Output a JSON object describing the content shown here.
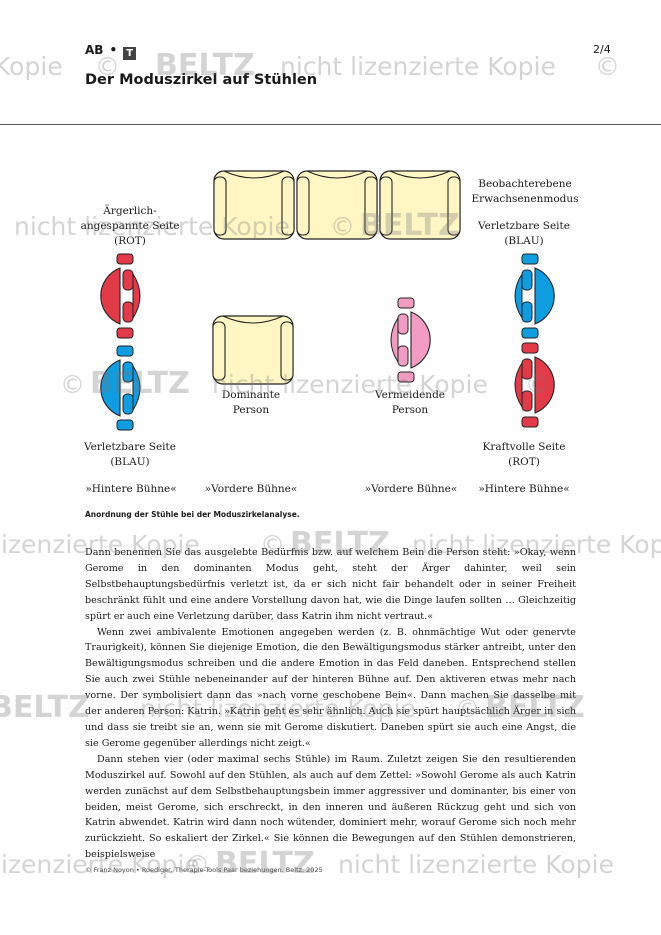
{
  "header": {
    "tag": "AB",
    "badge": "T",
    "page": "2/4"
  },
  "title": "Der Moduszirkel auf Stühlen",
  "figure": {
    "labels": {
      "observer": [
        "Beobachterebene",
        "Erwachsenenmodus"
      ],
      "angry_side": [
        "Ärgerlich-",
        "angespannte Seite",
        "(ROT)"
      ],
      "vulnerable_top_right": [
        "Verletzbare Seite",
        "(BLAU)"
      ],
      "dominant": [
        "Dominante",
        "Person"
      ],
      "avoiding": [
        "Vermeidende",
        "Person"
      ],
      "vulnerable_bottom_left": [
        "Verletzbare Seite",
        "(BLAU)"
      ],
      "strong_side": [
        "Kraftvolle Seite",
        "(ROT)"
      ]
    },
    "stages": [
      "»Hintere Bühne«",
      "»Vordere Bühne«",
      "»Vordere Bühne«",
      "»Hintere Bühne«"
    ],
    "colors": {
      "red": "#e23a48",
      "blue": "#0e9de0",
      "pink": "#f29cc3",
      "cream": "#fff6c4"
    }
  },
  "caption": "Anordnung der Stühle bei der Moduszirkelanalyse.",
  "paragraphs": [
    "Dann benennen Sie das ausgelebte Bedürfnis bzw. auf welchem Bein die Person steht: »Okay, wenn Gerome in den dominanten Modus geht, steht der Ärger dahinter, weil sein Selbstbehauptungsbedürfnis verletzt ist, da er sich nicht fair behandelt oder in seiner Freiheit beschränkt fühlt und eine andere Vorstellung davon hat, wie die Dinge laufen sollten … Gleichzeitig spürt er auch eine Verletzung darüber, dass Katrin ihm nicht vertraut.«",
    "Wenn zwei ambivalente Emotionen angegeben werden (z. B. ohnmächtige Wut oder genervte Traurigkeit), können Sie diejenige Emotion, die den Bewältigungsmodus stärker antreibt, unter den Bewältigungsmodus schreiben und die andere Emotion in das Feld daneben. Entsprechend stellen Sie auch zwei Stühle nebeneinander auf der hinteren Bühne auf. Den aktiveren etwas mehr nach vorne. Der symbolisiert dann das »nach vorne geschobene Bein«. Dann machen Sie dasselbe mit der anderen Person: Katrin. »Katrin geht es sehr ähnlich. Auch sie spürt hauptsächlich Ärger in sich und dass sie treibt sie an, wenn sie mit Gerome diskutiert. Daneben spürt sie auch eine Angst, die sie Gerome gegenüber allerdings nicht zeigt.«",
    "Dann stehen vier (oder maximal sechs Stühle) im Raum. Zuletzt zeigen Sie den resultierenden Moduszirkel auf. Sowohl auf den Stühlen, als auch auf dem Zettel: »Sowohl Gerome als auch Katrin werden zunächst auf dem Selbstbehauptungsbein immer aggressiver und dominanter, bis einer von beiden, meist Gerome, sich erschreckt, in den inneren und äußeren Rückzug geht und sich von Katrin abwendet. Katrin wird dann noch wütender, dominiert mehr, worauf Gerome sich noch mehr zurückzieht. So eskaliert der Zirkel.« Sie können die Bewegungen auf den Stühlen demonstrieren, beispielsweise"
  ],
  "footer": "© Franz Noyon • Roediger, Therapie-Tools Paar beziehungen. Beltz, 2025",
  "watermark": {
    "brand": "BELTZ",
    "text": "nicht lizenzierte Kopie",
    "fragment": "lizenzierte Kopie",
    "short": "Kopie",
    "sym": "©"
  }
}
